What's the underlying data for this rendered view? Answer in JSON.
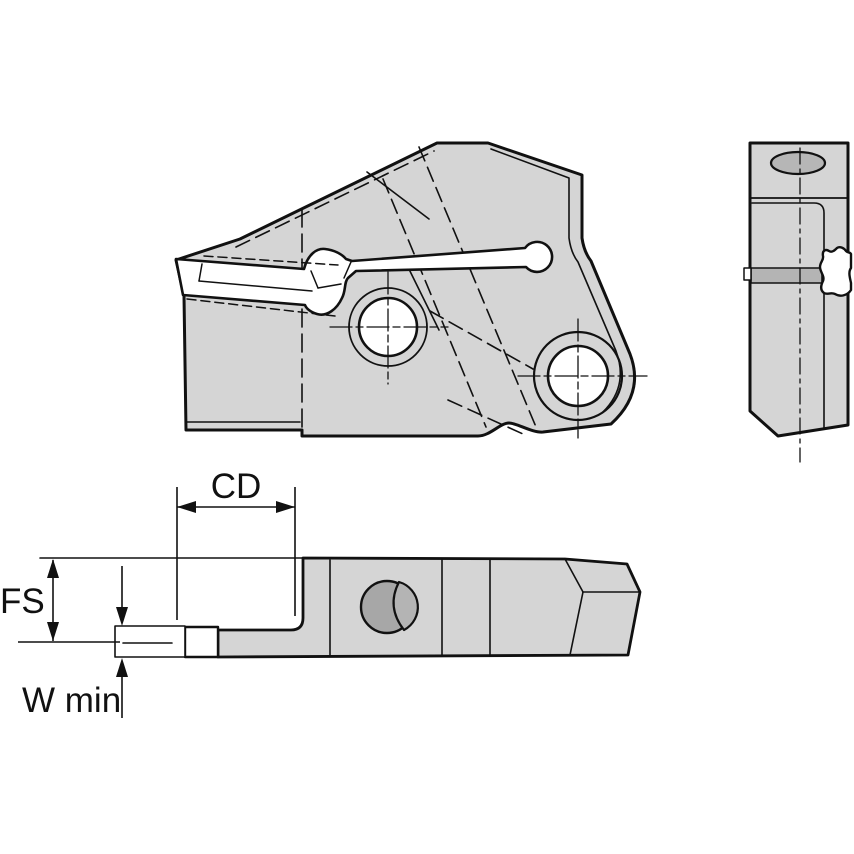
{
  "drawing": {
    "labels": {
      "cd": "CD",
      "fs": "FS",
      "w_min": "W min"
    },
    "colors": {
      "background": "#ffffff",
      "body_fill": "#d5d5d5",
      "accent_fill": "#b4b4b4",
      "hole_fill": "#a7a7a7",
      "line": "#111111"
    }
  }
}
